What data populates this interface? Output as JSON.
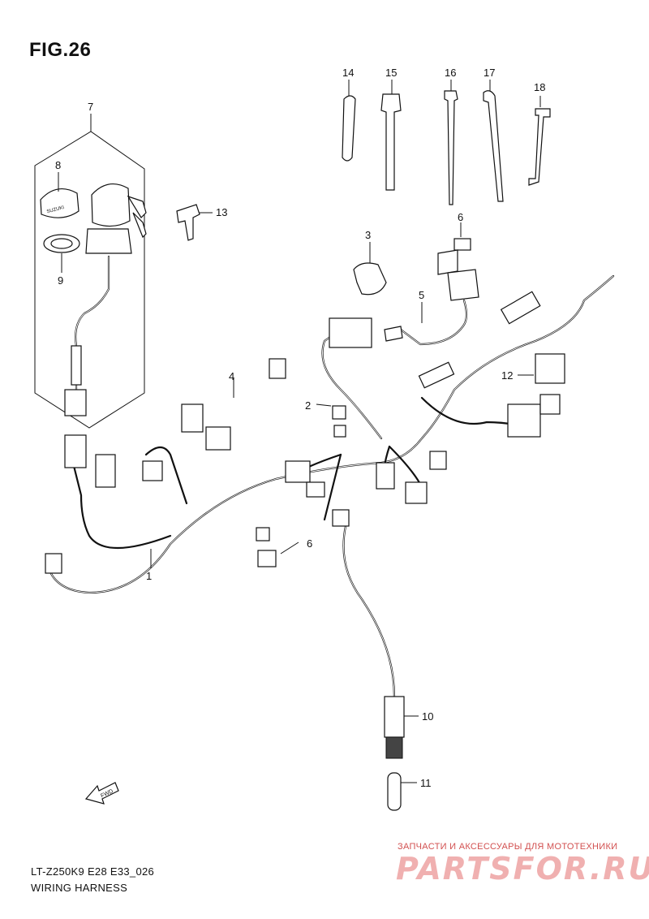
{
  "figure": {
    "title": "FIG.26",
    "model_code": "LT-Z250K9 E28 E33_026",
    "name": "WIRING HARNESS"
  },
  "direction_arrow": {
    "label": "FWD"
  },
  "callouts": [
    {
      "id": "c1",
      "label": "1"
    },
    {
      "id": "c2",
      "label": "2"
    },
    {
      "id": "c3",
      "label": "3"
    },
    {
      "id": "c4",
      "label": "4"
    },
    {
      "id": "c5",
      "label": "5"
    },
    {
      "id": "c6a",
      "label": "6"
    },
    {
      "id": "c6b",
      "label": "6"
    },
    {
      "id": "c7",
      "label": "7"
    },
    {
      "id": "c8",
      "label": "8"
    },
    {
      "id": "c9",
      "label": "9"
    },
    {
      "id": "c10",
      "label": "10"
    },
    {
      "id": "c11",
      "label": "11"
    },
    {
      "id": "c12",
      "label": "12"
    },
    {
      "id": "c13",
      "label": "13"
    },
    {
      "id": "c14",
      "label": "14"
    },
    {
      "id": "c15",
      "label": "15"
    },
    {
      "id": "c16",
      "label": "16"
    },
    {
      "id": "c17",
      "label": "17"
    },
    {
      "id": "c18",
      "label": "18"
    }
  ],
  "watermark": {
    "tagline": "ЗАПЧАСТИ И АКСЕССУАРЫ ДЛЯ МОТОТЕХНИКИ",
    "logo": "PARTSFOR.RU"
  }
}
